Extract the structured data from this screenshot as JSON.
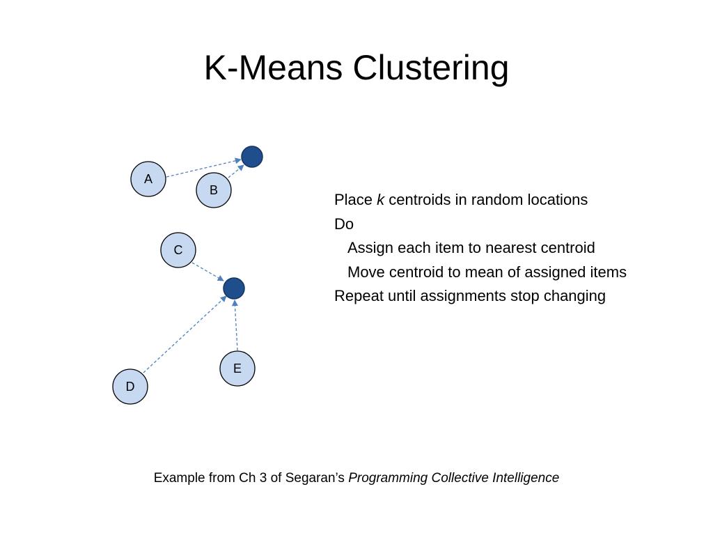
{
  "slide": {
    "title": "K-Means Clustering",
    "algorithm": {
      "line1_before": "Place ",
      "line1_k": "k",
      "line1_after": " centroids in random locations",
      "line2": "Do",
      "line3": "Assign each item to nearest centroid",
      "line4": "Move centroid to mean of assigned items",
      "line5": "Repeat until assignments stop changing"
    },
    "caption": {
      "prefix": "Example from Ch 3 of Segaran’s ",
      "book": "Programming Collective Intelligence"
    }
  },
  "diagram": {
    "items": [
      {
        "label": "A"
      },
      {
        "label": "B"
      },
      {
        "label": "C"
      },
      {
        "label": "D"
      },
      {
        "label": "E"
      }
    ],
    "centroid_count": 2,
    "colors": {
      "item_fill": "#c6d9f1",
      "item_stroke": "#000000",
      "centroid_fill": "#1f4e8c",
      "centroid_stroke": "#14325e",
      "arrow": "#4f81bd"
    }
  }
}
